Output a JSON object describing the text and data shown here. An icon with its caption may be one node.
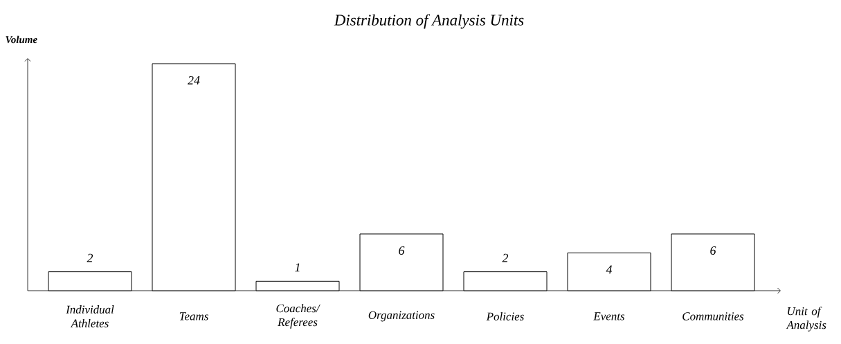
{
  "diagram": {
    "chart_data": {
      "type": "bar",
      "title": "Distribution of Analysis Units",
      "xlabel": "Unit of Analysis",
      "ylabel": "Volume",
      "categories": [
        "Individual Athletes",
        "Teams",
        "Coaches/ Referees",
        "Organizations",
        "Policies",
        "Events",
        "Communities"
      ],
      "values": [
        2,
        24,
        1,
        6,
        2,
        4,
        6
      ],
      "data_labels": true
    }
  }
}
